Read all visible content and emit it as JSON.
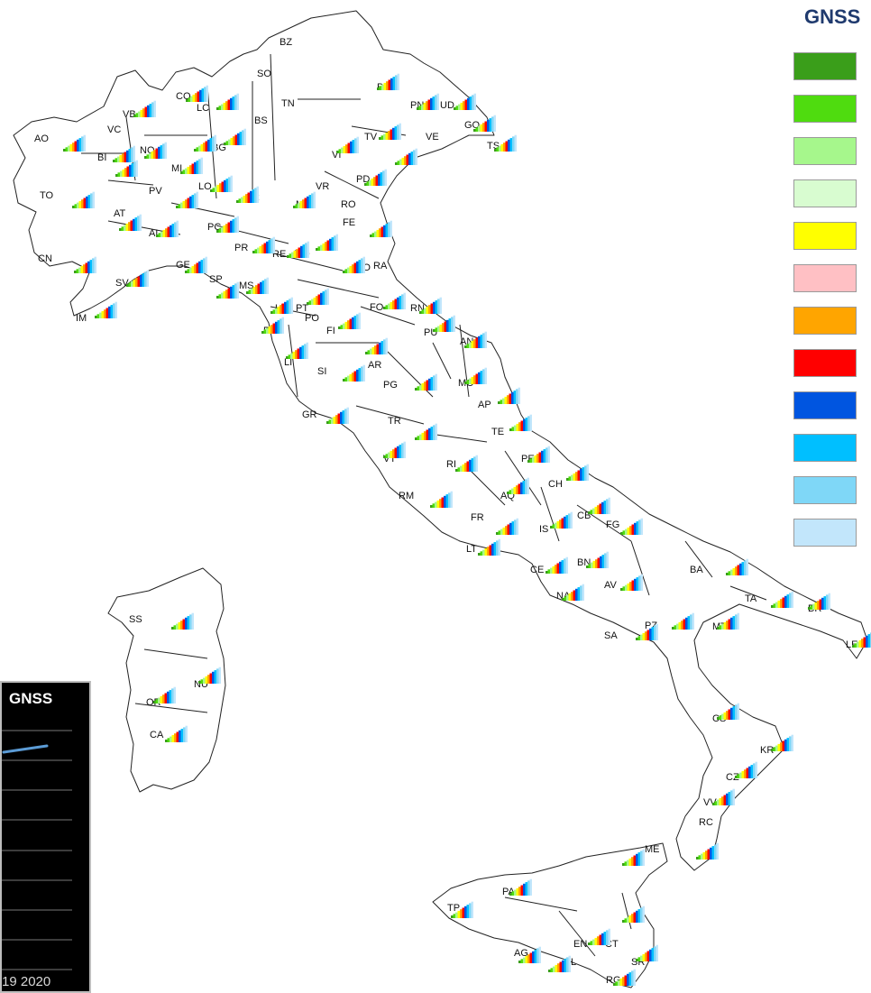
{
  "legend": {
    "title": "GNSS",
    "items": [
      {
        "color": "#3a9e1a"
      },
      {
        "color": "#4fdc0f"
      },
      {
        "color": "#a6f78c"
      },
      {
        "color": "#d8fcd0"
      },
      {
        "color": "#ffff00"
      },
      {
        "color": "#ffc0c4"
      },
      {
        "color": "#ffa500"
      },
      {
        "color": "#ff0000"
      },
      {
        "color": "#0055e0"
      },
      {
        "color": "#00bfff"
      },
      {
        "color": "#7fd7f7"
      },
      {
        "color": "#c2e6fb"
      }
    ]
  },
  "inset": {
    "title": "GNSS",
    "axis_text": "19 2020",
    "line_color": "#5b9bd5"
  },
  "provinces": [
    "BZ",
    "SO",
    "TN",
    "BL",
    "PN",
    "UD",
    "GO",
    "TS",
    "VB",
    "CO",
    "LC",
    "BS",
    "VI",
    "TV",
    "VE",
    "AO",
    "VC",
    "BI",
    "NO",
    "MI",
    "BG",
    "PD",
    "TO",
    "PV",
    "LO",
    "CR",
    "VR",
    "MN",
    "RO",
    "AT",
    "AL",
    "PC",
    "FE",
    "CN",
    "GE",
    "SV",
    "PR",
    "RE",
    "MO",
    "BO",
    "RA",
    "IM",
    "SP",
    "MS",
    "LU",
    "PT",
    "PO",
    "FO",
    "RN",
    "PI",
    "FI",
    "PU",
    "AN",
    "LI",
    "AR",
    "SI",
    "MC",
    "PG",
    "AP",
    "GR",
    "TE",
    "TR",
    "PE",
    "VT",
    "RI",
    "CH",
    "RM",
    "AQ",
    "CB",
    "FR",
    "IS",
    "FG",
    "LT",
    "CE",
    "BN",
    "BA",
    "NA",
    "AV",
    "SA",
    "TA",
    "BR",
    "PZ",
    "MT",
    "LE",
    "SS",
    "NU",
    "OR",
    "CA",
    "CS",
    "KR",
    "CZ",
    "VV",
    "RC",
    "ME",
    "TP",
    "PA",
    "EN",
    "CT",
    "AG",
    "CL",
    "SR",
    "RG"
  ],
  "chart_icon_colors": [
    "#3a9e1a",
    "#4fdc0f",
    "#a6f78c",
    "#ffff00",
    "#ffa500",
    "#ff0000",
    "#0055e0",
    "#00bfff",
    "#7fd7f7",
    "#c2e6fb"
  ]
}
